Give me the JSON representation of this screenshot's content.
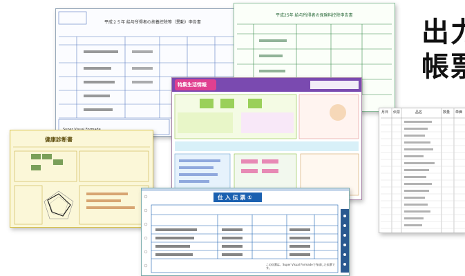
{
  "heading": {
    "line1": "出力",
    "line2": "帳票"
  },
  "documents": {
    "withholding_slip_left": {
      "title": "平成２５年 給与所得者の扶養控除等（異動）申告書",
      "footer_name": "Super Visual Formade"
    },
    "withholding_slip_right": {
      "title": "平成25年 給与所得者の保険料控除申告書"
    },
    "health_report": {
      "title": "健康診断書"
    },
    "center_form": {
      "title": "特集生活情報"
    },
    "purchase_slip": {
      "title": "仕 入 伝 票 ①",
      "note": "この伝票は、Super Visual Formadeで作成した伝票です。"
    },
    "inventory_list": {
      "column_headers": [
        "月日",
        "伝票",
        "品名",
        "数量",
        "単価"
      ]
    }
  },
  "colors": {
    "left_slip": "#2a50a0",
    "right_slip": "#3a8a4a",
    "health": "#d8c24a",
    "center": "#7a4ab0",
    "purchase": "#1a60b0"
  }
}
